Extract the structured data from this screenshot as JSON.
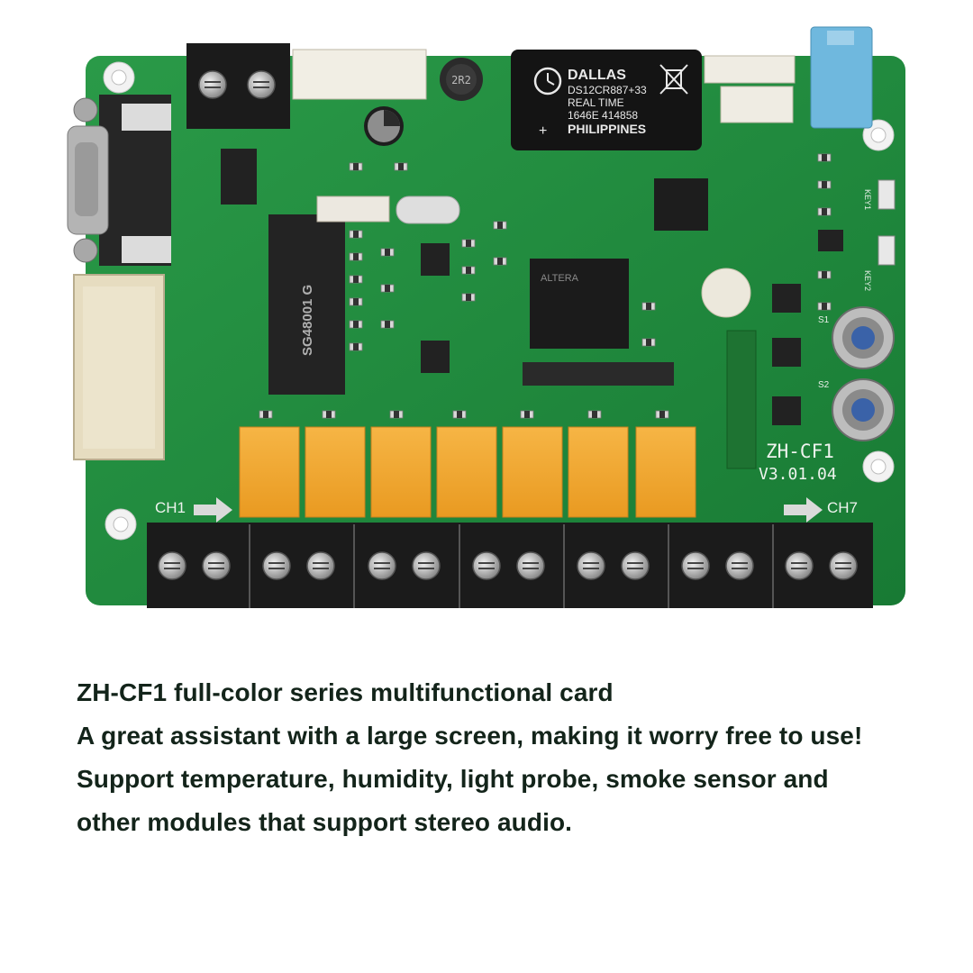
{
  "board": {
    "rtc_chip_text": [
      "DALLAS",
      "DS12CR887+33",
      "REAL TIME",
      "1646E 414858",
      "PHILIPPINES"
    ],
    "model_silk": "ZH-CF1",
    "version_silk": "V3.01.04",
    "channel_first": "CH1",
    "channel_last": "CH7",
    "key1_silk": "KEY1",
    "key2_silk": "KEY2",
    "s1_silk": "S1",
    "s2_silk": "S2",
    "inductor_label": "2R2",
    "driver_chip_text": "SG48001 G",
    "fpga_chip_text": "ALTERA",
    "colors": {
      "pcb": "#1f8a3c",
      "relay": "#f0a62b",
      "connector": "#1b1b1b",
      "rtc": "#151515",
      "audio_jack": "#6fb8de"
    }
  },
  "caption": {
    "line1": "ZH-CF1 full-color series multifunctional card",
    "line2": "A great assistant with a large screen, making it worry free to use!",
    "line3": "Support temperature, humidity, light probe, smoke sensor and",
    "line4": "other modules that support stereo audio."
  }
}
